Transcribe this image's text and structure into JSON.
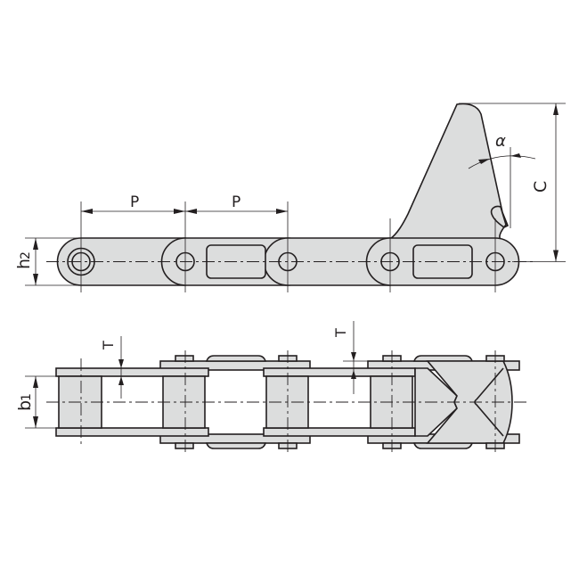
{
  "diagram": {
    "title": "Chain with attachment dimension drawing",
    "colors": {
      "line": "#231f20",
      "fill": "#dcdddd",
      "background": "#ffffff"
    },
    "top_view": {
      "labels": {
        "pitch_1": "P",
        "pitch_2": "P",
        "plate_height": "h",
        "plate_height_sub": "2",
        "attachment_height": "C",
        "angle": "α"
      }
    },
    "bottom_view": {
      "labels": {
        "inner_width": "b",
        "inner_width_sub": "1",
        "thickness_1": "T",
        "thickness_2": "T"
      }
    }
  }
}
